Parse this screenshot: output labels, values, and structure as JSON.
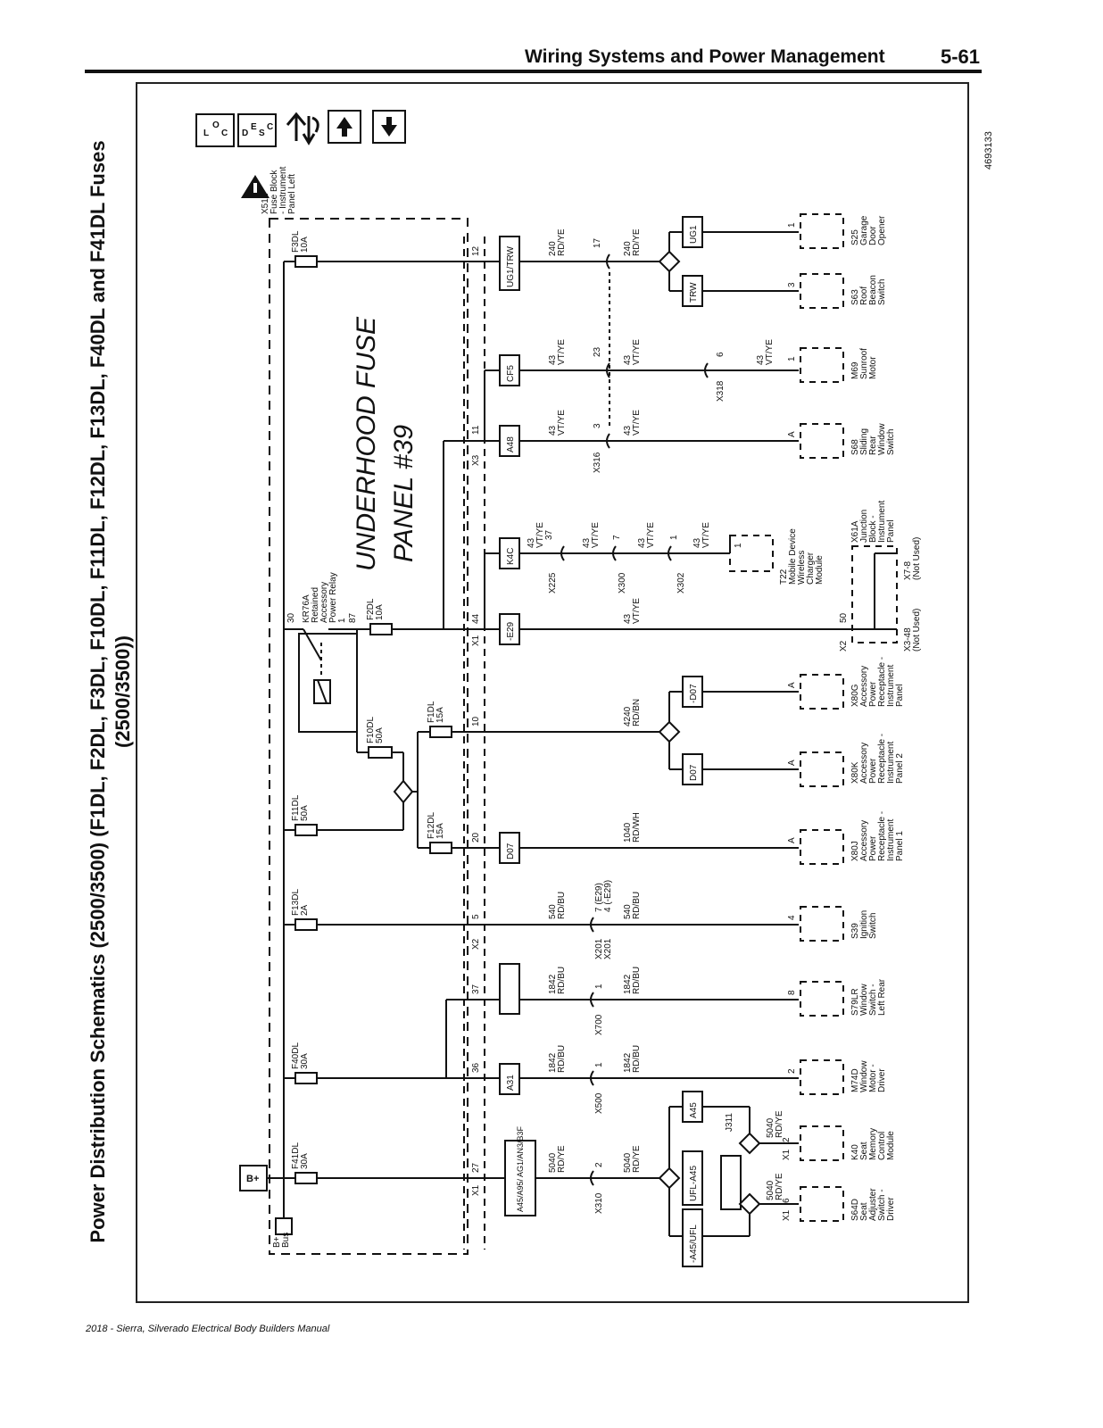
{
  "header": {
    "title": "Wiring Systems and Power Management",
    "page_number": "5-61"
  },
  "doc_id": "4693133",
  "title": {
    "line1": "Power Distribution Schematics (2500/3500) (F1DL, F2DL, F3DL, F10DL, F11DL, F12DL, F13DL, F40DL and F41DL Fuses",
    "line2": "(2500/3500))"
  },
  "footer": "2018 - Sierra, Silverado Electrical Body Builders Manual",
  "icons": {
    "loc": [
      "L",
      "O",
      "C"
    ],
    "desc": [
      "D",
      "E",
      "S",
      "C"
    ]
  },
  "fuse_block": {
    "label": [
      "X51L",
      "Fuse Block",
      "- Instrument",
      "Panel Left"
    ]
  },
  "bplus": {
    "label": "B+",
    "bus": [
      "B+",
      "Bus"
    ]
  },
  "fuses": [
    {
      "name": "F3DL",
      "rating": "10A"
    },
    {
      "name": "F2DL",
      "rating": "10A"
    },
    {
      "name": "F10DL",
      "rating": "50A"
    },
    {
      "name": "F1DL",
      "rating": "15A"
    },
    {
      "name": "F11DL",
      "rating": "50A"
    },
    {
      "name": "F12DL",
      "rating": "15A"
    },
    {
      "name": "F13DL",
      "rating": "2A"
    },
    {
      "name": "F40DL",
      "rating": "30A"
    },
    {
      "name": "F41DL",
      "rating": "30A"
    }
  ],
  "relay": {
    "label": [
      "KR76A",
      "Retained",
      "Accessory",
      "Power Relay"
    ],
    "pin1": "1",
    "pin30": "30",
    "pin87": "87"
  },
  "pins": [
    "12",
    "11",
    "44",
    "10",
    "20",
    "5",
    "37",
    "36",
    "27"
  ],
  "conn_labels": {
    "x3": "X3",
    "x1a": "X1",
    "x2": "X2",
    "x1b": "X1"
  },
  "option_boxes": [
    "UG1/TRW",
    "CF5",
    "A48",
    "K4C",
    "-E29",
    "D07",
    "A31",
    "A45/A95/ AG1/AN3/B3F",
    "UG1",
    "TRW",
    "-D07",
    "D07",
    "A45",
    "UFL-A45",
    "-A45/UFL"
  ],
  "wires": [
    {
      "circuit": "240",
      "color": "RD/YE"
    },
    {
      "circuit": "43",
      "color": "VT/YE"
    },
    {
      "circuit": "4240",
      "color": "RD/BN"
    },
    {
      "circuit": "1040",
      "color": "RD/WH"
    },
    {
      "circuit": "540",
      "color": "RD/BU"
    },
    {
      "circuit": "1842",
      "color": "RD/BU"
    },
    {
      "circuit": "5040",
      "color": "RD/YE"
    }
  ],
  "inline": [
    "X316",
    "X318",
    "X225",
    "X300",
    "X302",
    "X201",
    "X201",
    "X700",
    "X500",
    "X310",
    "J311",
    "X2",
    "X1",
    "X1"
  ],
  "inline_pins": [
    "17",
    "23",
    "3",
    "6",
    "37",
    "7",
    "1",
    "7 (E29)",
    "4 (-E29)",
    "1",
    "1",
    "2",
    "2",
    "6",
    "50",
    "1"
  ],
  "components": [
    {
      "pin": "1",
      "label": [
        "S25",
        "Garage",
        "Door",
        "Opener"
      ]
    },
    {
      "pin": "3",
      "label": [
        "S63",
        "Roof",
        "Beacon",
        "Switch"
      ]
    },
    {
      "pin": "1",
      "label": [
        "M69",
        "Sunroof",
        "Motor"
      ]
    },
    {
      "pin": "A",
      "label": [
        "S68",
        "Sliding",
        "Rear",
        "Window",
        "Switch"
      ]
    },
    {
      "pin": "1",
      "label": [
        "T22",
        "Mobile Device",
        "Wireless",
        "Charger",
        "Module"
      ]
    },
    {
      "pin": "",
      "label": [
        "X61A",
        "Junction",
        "Block -",
        "Instrument",
        "Panel"
      ]
    },
    {
      "pin": "A",
      "label": [
        "X80G",
        "Accessory",
        "Power",
        "Receptacle -",
        "Instrument",
        "Panel"
      ]
    },
    {
      "pin": "A",
      "label": [
        "X80K",
        "Accessory",
        "Power",
        "Receptacle -",
        "Instrument",
        "Panel 2"
      ]
    },
    {
      "pin": "A",
      "label": [
        "X80J",
        "Accessory",
        "Power",
        "Receptacle -",
        "Instrument",
        "Panel 1"
      ]
    },
    {
      "pin": "4",
      "label": [
        "S39",
        "Ignition",
        "Switch"
      ]
    },
    {
      "pin": "8",
      "label": [
        "S79LR",
        "Window",
        "Switch -",
        "Left Rear"
      ]
    },
    {
      "pin": "2",
      "label": [
        "M74D",
        "Window",
        "Motor -",
        "Driver"
      ]
    },
    {
      "pin": "",
      "label": [
        "K40",
        "Seat",
        "Memory",
        "Control",
        "Module"
      ]
    },
    {
      "pin": "",
      "label": [
        "S64D",
        "Seat",
        "Adjuster",
        "Switch -",
        "Driver"
      ]
    }
  ],
  "x61_pins": [
    {
      "label": [
        "X7-8",
        "(Not Used)"
      ]
    },
    {
      "label": [
        "X3-48",
        "(Not Used)"
      ]
    }
  ],
  "handwritten": {
    "line1": "UNDERHOOD FUSE",
    "line2": "PANEL #39"
  }
}
